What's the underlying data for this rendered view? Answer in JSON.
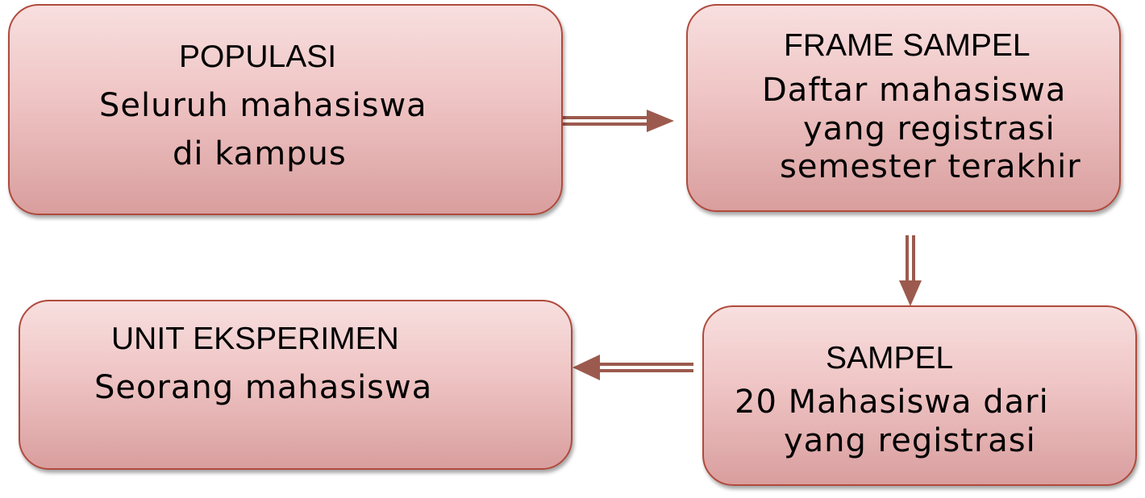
{
  "boxes": {
    "populasi": {
      "title": "POPULASI",
      "lines": [
        "Seluruh mahasiswa",
        "di kampus"
      ]
    },
    "frame_sampel": {
      "title": "FRAME SAMPEL",
      "lines": [
        "Daftar mahasiswa",
        "yang registrasi",
        "semester terakhir"
      ]
    },
    "sampel": {
      "title": "SAMPEL",
      "lines": [
        "20 Mahasiswa dari",
        "yang registrasi"
      ]
    },
    "unit_eksperimen": {
      "title": "UNIT EKSPERIMEN",
      "lines": [
        "Seorang mahasiswa"
      ]
    }
  },
  "colors": {
    "box_top": "#f8dfdf",
    "box_bottom": "#d99e9e",
    "box_border": "#b04a3c",
    "arrow": "#9c5a4e"
  }
}
